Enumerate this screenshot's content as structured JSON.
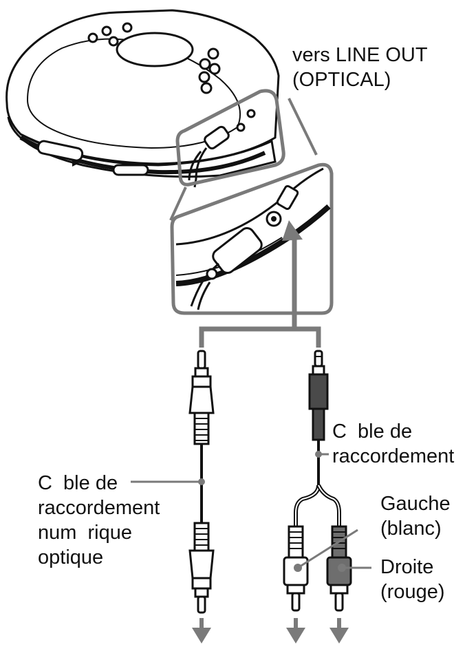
{
  "labels": {
    "line_out_line1": "vers LINE OUT",
    "line_out_line2": "(OPTICAL)",
    "connection_cable_line1": "C  ble de",
    "connection_cable_line2": "raccordement",
    "optical_cable_line1": "C  ble de",
    "optical_cable_line2": "raccordement",
    "optical_cable_line3": "num  rique",
    "optical_cable_line4": "optique",
    "left_line1": "Gauche",
    "left_line2": "(blanc)",
    "right_line1": "Droite",
    "right_line2": "(rouge)"
  },
  "colors": {
    "line": "#111111",
    "gray_bracket": "#7a7a7a",
    "red_plug": "#6e6e6e",
    "white_plug": "#ffffff"
  }
}
